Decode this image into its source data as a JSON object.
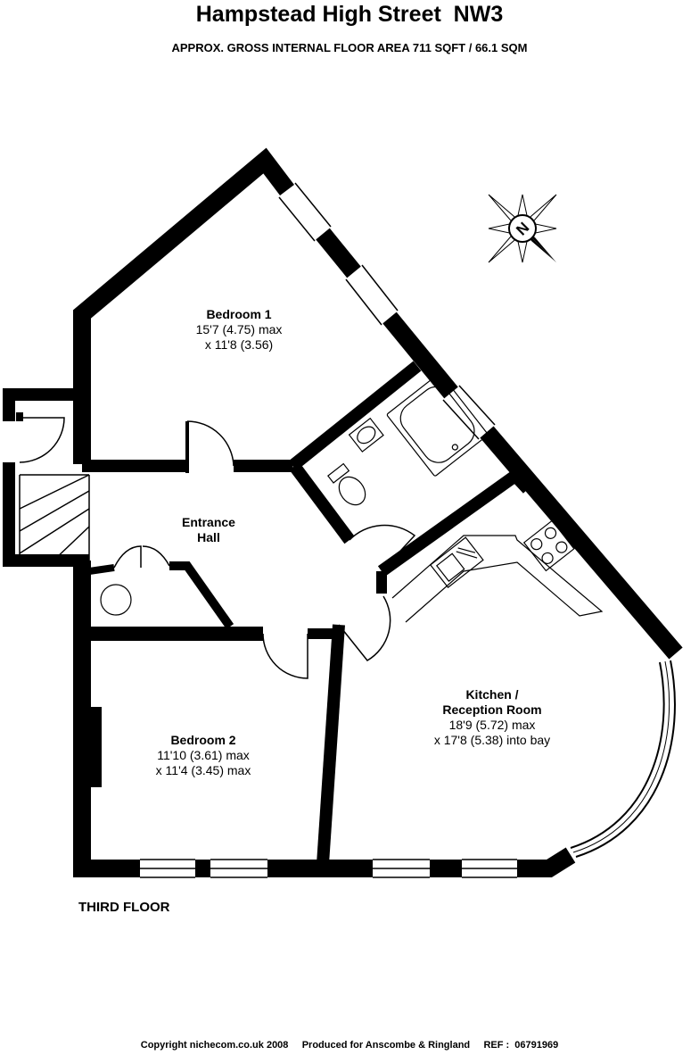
{
  "header": {
    "title": "Hampstead High Street  NW3",
    "area": "APPROX. GROSS INTERNAL FLOOR AREA 711 SQFT / 66.1 SQM"
  },
  "rooms": {
    "bedroom1": {
      "name": "Bedroom 1",
      "dim1": "15'7 (4.75) max",
      "dim2": "x 11'8 (3.56)"
    },
    "hall": {
      "name1": "Entrance",
      "name2": "Hall"
    },
    "bedroom2": {
      "name": "Bedroom 2",
      "dim1": "11'10 (3.61) max",
      "dim2": "x 11'4 (3.45) max"
    },
    "kitchen": {
      "name1": "Kitchen /",
      "name2": "Reception Room",
      "dim1": "18'9 (5.72) max",
      "dim2": "x 17'8 (5.38) into bay"
    }
  },
  "compass": {
    "letter": "N"
  },
  "floor_label": "THIRD FLOOR",
  "footer": {
    "copyright": "Copyright nichecom.co.uk 2008",
    "produced": "Produced for Anscombe & Ringland",
    "ref": "REF :  06791969"
  },
  "colors": {
    "wall": "#000000",
    "line": "#000000",
    "background": "#ffffff"
  }
}
